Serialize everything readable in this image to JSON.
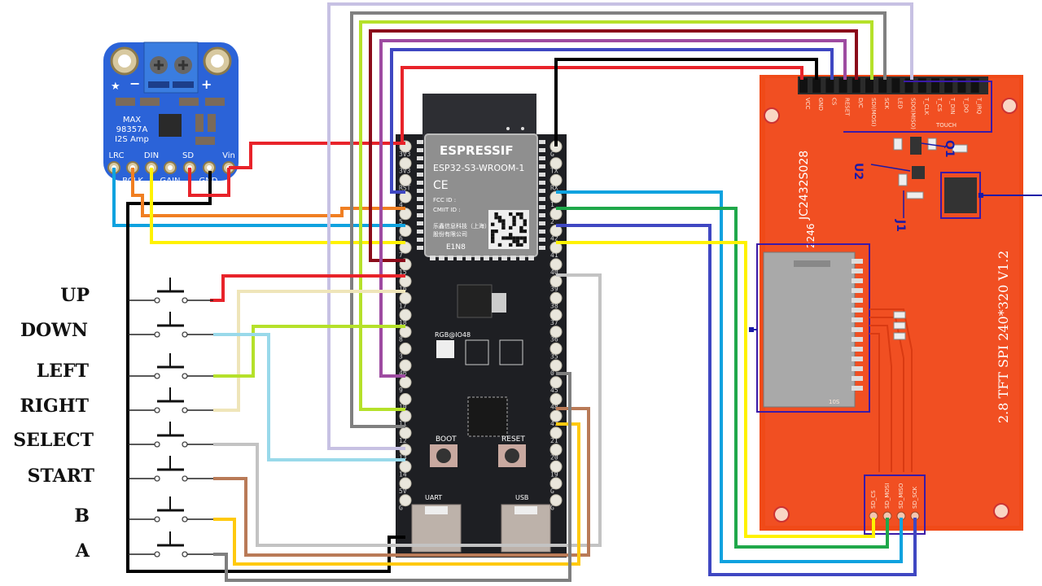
{
  "amp_module": {
    "title_line1": "MAX",
    "title_line2": "98357A",
    "title_line3": "I2S Amp",
    "minus": "−",
    "plus": "+",
    "pins_top": [
      "LRC",
      "DIN",
      "SD",
      "Vin"
    ],
    "pins_bottom": [
      "BCLK",
      "GAIN",
      "GND"
    ]
  },
  "esp32": {
    "brand": "ESPRESSIF",
    "model": "ESP32-S3-WROOM-1",
    "ce": "CE",
    "fcc": "FCC ID :",
    "cmiit": "CMIIT ID :",
    "cn_line1": "乐鑫信息科技（上海）",
    "cn_line2": "股份有限公司",
    "lot": "E1N8",
    "rgb_label": "RGB@IO48",
    "boot_label": "BOOT",
    "reset_label": "RESET",
    "uart_label": "UART",
    "usb_label": "USB",
    "left_pins": [
      "3V3",
      "3V3",
      "RST",
      "4",
      "5",
      "6",
      "7",
      "15",
      "16",
      "17",
      "18",
      "8",
      "3",
      "46",
      "9",
      "10",
      "11",
      "12",
      "13",
      "14",
      "5V",
      "G"
    ],
    "right_pins": [
      "G",
      "TX",
      "RX",
      "1",
      "2",
      "42",
      "41",
      "40",
      "39",
      "38",
      "37",
      "36",
      "35",
      "0",
      "45",
      "48",
      "47",
      "21",
      "20",
      "19",
      "G",
      "G"
    ]
  },
  "lcd": {
    "header_pins": [
      "VCC",
      "GND",
      "CS",
      "RESET",
      "D/C",
      "SDI(MOSI)",
      "SCK",
      "LED",
      "SDO(MISO)",
      "T_CLK",
      "T_CS",
      "T_DIN",
      "T_DO",
      "T_IRQ"
    ],
    "touch_label": "TOUCH",
    "model": "JC2432S028",
    "date": "2246",
    "desc": "2.8 TFT  SPI  240*320  V1.2",
    "sd_pins": [
      "SD_CS",
      "SD_MOSI",
      "SD_MISO",
      "SD_SCK"
    ],
    "annotations": [
      "U2",
      "Q1",
      "J1"
    ],
    "sd_slot_label": "10S"
  },
  "buttons": [
    {
      "label": "UP"
    },
    {
      "label": "DOWN"
    },
    {
      "label": "LEFT"
    },
    {
      "label": "RIGHT"
    },
    {
      "label": "SELECT"
    },
    {
      "label": "START"
    },
    {
      "label": "B"
    },
    {
      "label": "A"
    }
  ],
  "wire_colors": {
    "red": "#e8232a",
    "black": "#000000",
    "orange": "#f07f22",
    "cyan": "#0fa2df",
    "yellow": "#fff200",
    "maroon": "#8b0a1a",
    "purple": "#9e4ba1",
    "blue": "#3f47c2",
    "lime": "#b5e12a",
    "gray": "#808080",
    "lavender": "#c7c1e3",
    "green": "#1fa84a",
    "cream": "#efe5b9",
    "lightblue": "#99d9ea",
    "silver": "#c3c3c3",
    "brown": "#b97a57",
    "gold": "#ffc90e",
    "darkgray": "#7f7f7f",
    "annot": "#1a1aa8"
  }
}
